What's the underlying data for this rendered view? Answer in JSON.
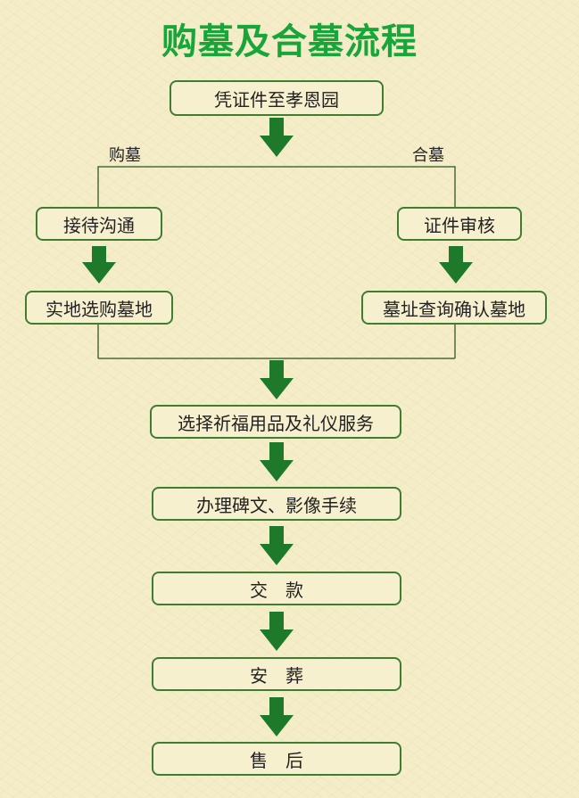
{
  "title": "购墓及合墓流程",
  "steps": {
    "start": "凭证件至孝恩园",
    "branch_left_label": "购墓",
    "branch_right_label": "合墓",
    "left_1": "接待沟通",
    "left_2": "实地选购墓地",
    "right_1": "证件审核",
    "right_2": "墓址查询确认墓地",
    "common_1": "选择祈福用品及礼仪服务",
    "common_2": "办理碑文、影像手续",
    "pay": "交　款",
    "burial": "安　葬",
    "after_sales": "售　后"
  },
  "colors": {
    "background": "#f4edc8",
    "title": "#18a63a",
    "arrow": "#1e7a2a",
    "border": "#3f7d30"
  }
}
